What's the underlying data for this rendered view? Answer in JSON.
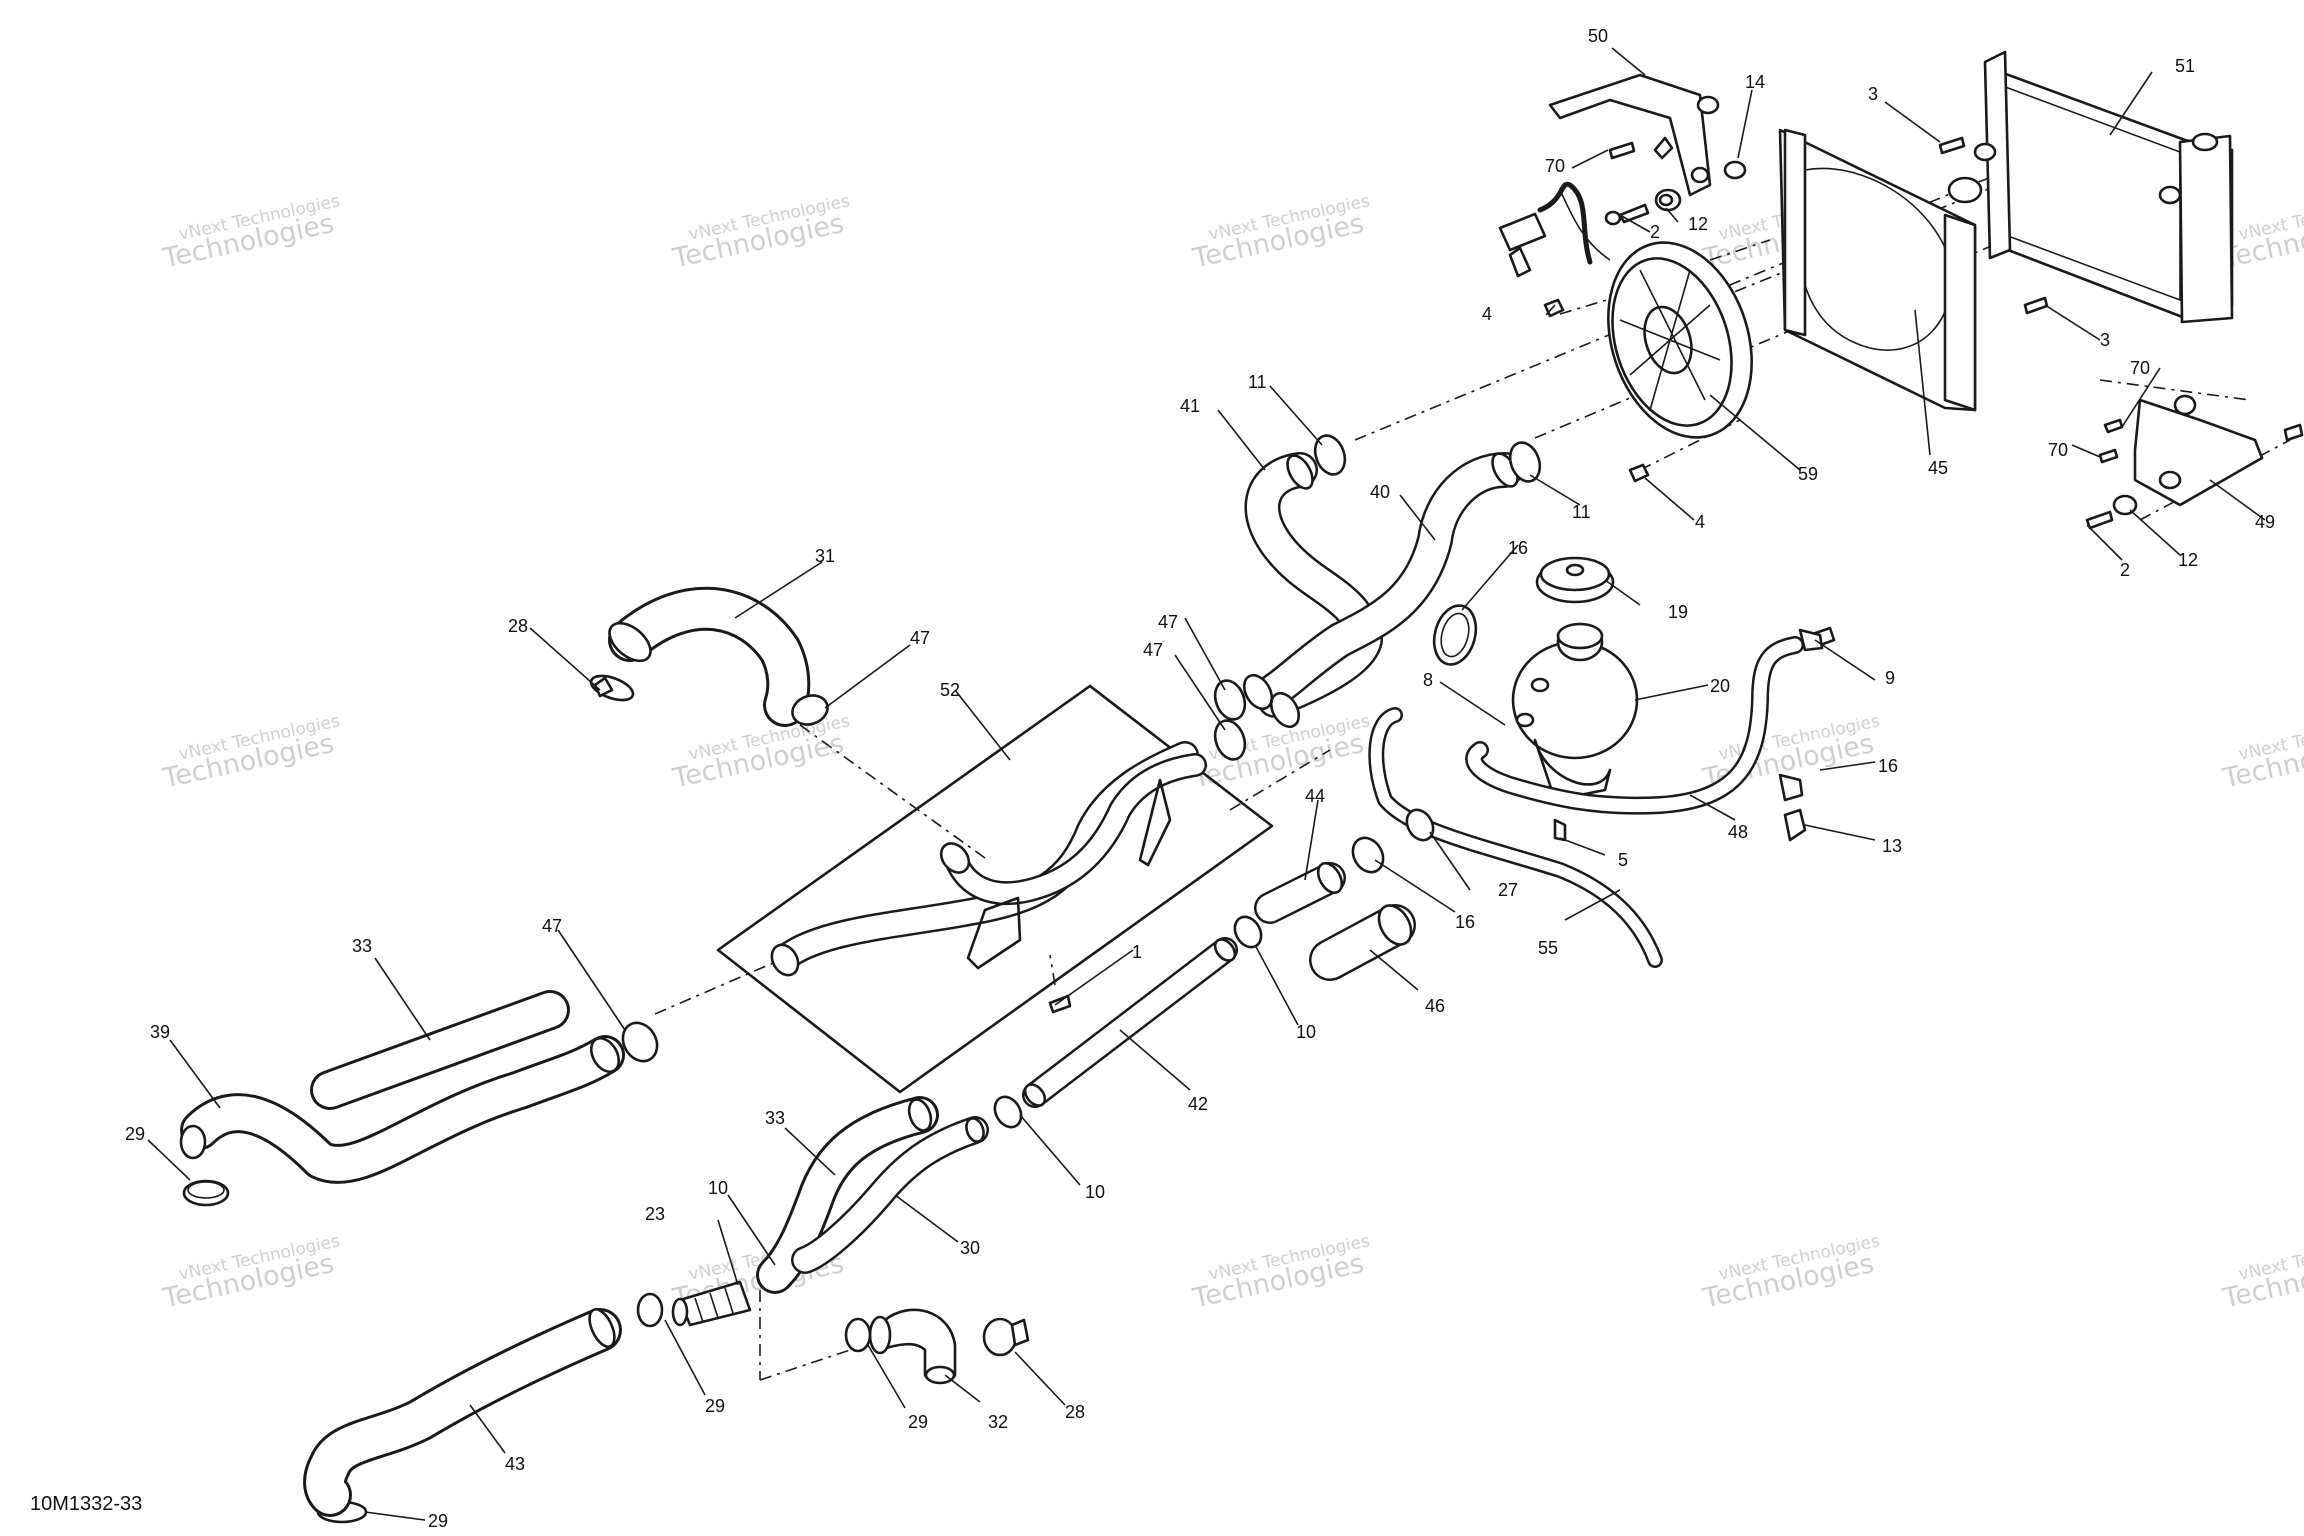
{
  "drawing_code": "10M1332-33",
  "watermark": {
    "line_a": "vNext Technologies",
    "line_b1": "Technologies",
    "line_b0": "vNext"
  },
  "callouts": {
    "c50": "50",
    "c14": "14",
    "c3a": "3",
    "c51": "51",
    "c70a": "70",
    "c2a": "2",
    "c12a": "12",
    "c4a": "4",
    "c3b": "3",
    "c70b": "70",
    "c70c": "70",
    "c11a": "11",
    "c41": "41",
    "c40": "40",
    "c11b": "11",
    "c59": "59",
    "c45": "45",
    "c4b": "4",
    "c49": "49",
    "c2b": "2",
    "c12b": "12",
    "c31": "31",
    "c28a": "28",
    "c47a": "47",
    "c16a": "16",
    "c19": "19",
    "c47b": "47",
    "c47c": "47",
    "c52": "52",
    "c8": "8",
    "c20": "20",
    "c9": "9",
    "c16b": "16",
    "c44": "44",
    "c48": "48",
    "c13": "13",
    "c5": "5",
    "c27": "27",
    "c16c": "16",
    "c55": "55",
    "c33a": "33",
    "c47d": "47",
    "c1": "1",
    "c46": "46",
    "c10a": "10",
    "c39": "39",
    "c42": "42",
    "c29a": "29",
    "c33b": "33",
    "c10b": "10",
    "c30": "30",
    "c23": "23",
    "c10c": "10",
    "c29b": "29",
    "c32": "32",
    "c28b": "28",
    "c29c": "29",
    "c43": "43",
    "c29d": "29"
  }
}
